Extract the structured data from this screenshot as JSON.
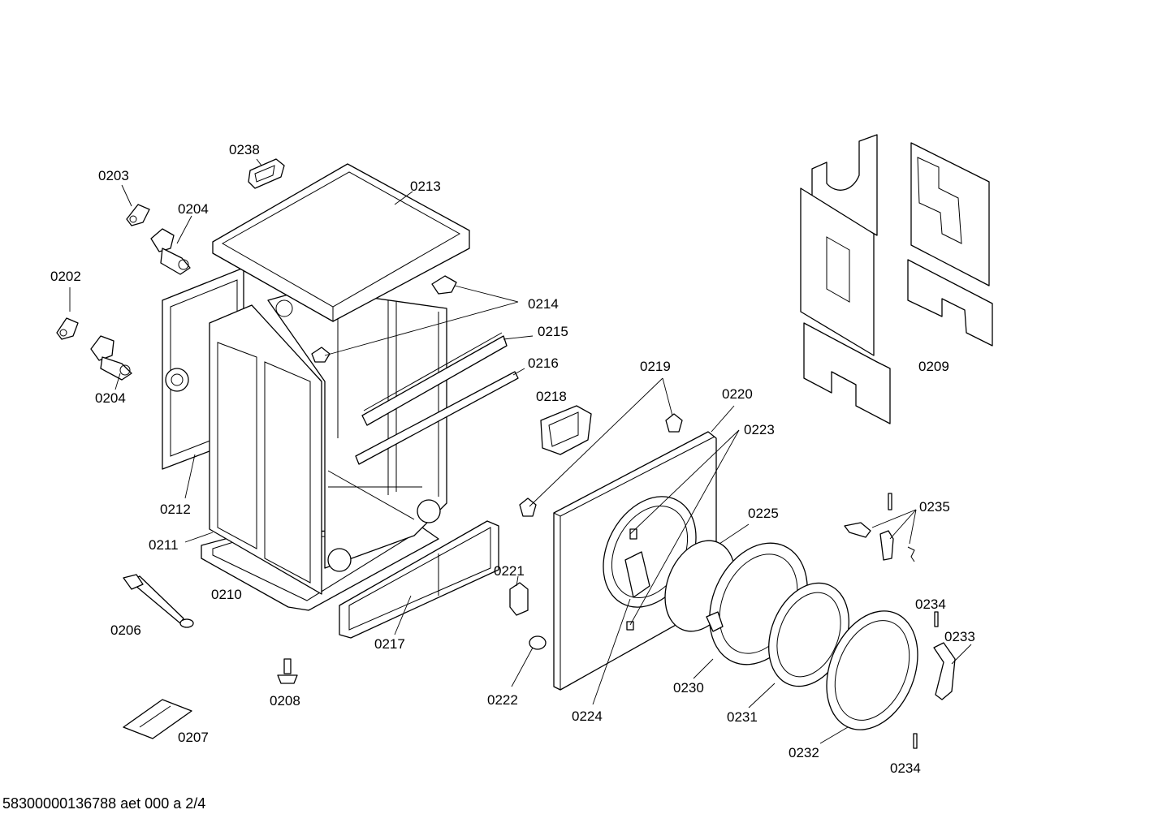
{
  "footer_text": "58300000136788 aet 000 a 2/4",
  "labels": {
    "p0202": "0202",
    "p0203": "0203",
    "p0204a": "0204",
    "p0204b": "0204",
    "p0206": "0206",
    "p0207": "0207",
    "p0208": "0208",
    "p0209": "0209",
    "p0210": "0210",
    "p0211": "0211",
    "p0212": "0212",
    "p0213": "0213",
    "p0214": "0214",
    "p0215": "0215",
    "p0216": "0216",
    "p0217": "0217",
    "p0218": "0218",
    "p0219": "0219",
    "p0220": "0220",
    "p0221": "0221",
    "p0222": "0222",
    "p0223": "0223",
    "p0224": "0224",
    "p0225": "0225",
    "p0230": "0230",
    "p0231": "0231",
    "p0232": "0232",
    "p0233": "0233",
    "p0234a": "0234",
    "p0234b": "0234",
    "p0235": "0235",
    "p0238": "0238"
  }
}
